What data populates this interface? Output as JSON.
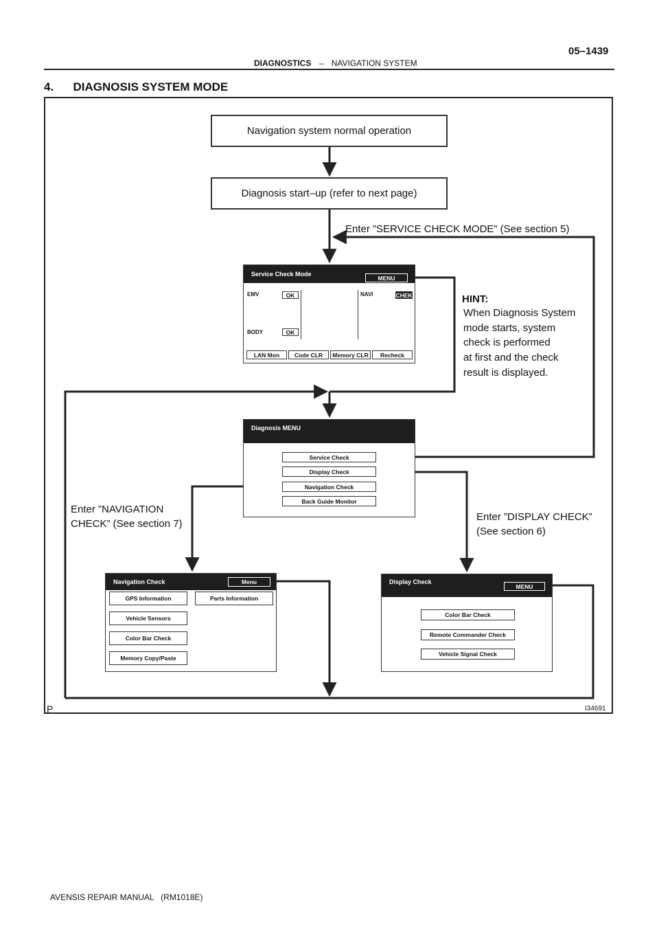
{
  "header": {
    "section": "DIAGNOSTICS",
    "separator": "–",
    "subsection": "NAVIGATION SYSTEM",
    "page": "05–1439"
  },
  "section_title": "4.      DIAGNOSIS SYSTEM MODE",
  "flow": {
    "box_normal": "Navigation system normal operation",
    "box_startup": "Diagnosis start–up (refer to next page)",
    "note_service": "Enter ”SERVICE CHECK MODE” (See section 5)",
    "hint_title": "HINT:",
    "hint_lines": [
      "When Diagnosis System",
      "mode starts, system",
      "check is performed",
      "at first and the check",
      "result is displayed."
    ],
    "note_navi_lines": [
      "Enter ”NAVIGATION",
      "CHECK” (See section 7)"
    ],
    "note_display_lines": [
      "Enter ”DISPLAY CHECK”",
      "(See section 6)"
    ]
  },
  "service_screen": {
    "title": "Service Check Mode",
    "menu": "MENU",
    "emv": "EMV",
    "emv_status": "OK",
    "navi": "NAVI",
    "navi_status": "CHEK",
    "body": "BODY",
    "body_status": "OK",
    "buttons": [
      "LAN Mon",
      "Code CLR",
      "Memory CLR",
      "Recheck"
    ]
  },
  "diag_screen": {
    "title": "Diagnosis MENU",
    "items": [
      "Service Check",
      "Display Check",
      "Navigation Check",
      "Back Guide Monitor"
    ]
  },
  "navi_screen": {
    "title": "Navigation Check",
    "menu": "Menu",
    "left_items": [
      "GPS Information",
      "Vehicle Sensors",
      "Color Bar Check",
      "Memory Copy/Paste"
    ],
    "right_item": "Parts Information"
  },
  "display_screen": {
    "title": "Display Check",
    "menu": "MENU",
    "items": [
      "Color Bar Check",
      "Remote Commander Check",
      "Vehicle Signal Check"
    ]
  },
  "figure": {
    "letter": "P",
    "id": "I34691"
  },
  "footer": "AVENSIS REPAIR MANUAL   (RM1018E)"
}
